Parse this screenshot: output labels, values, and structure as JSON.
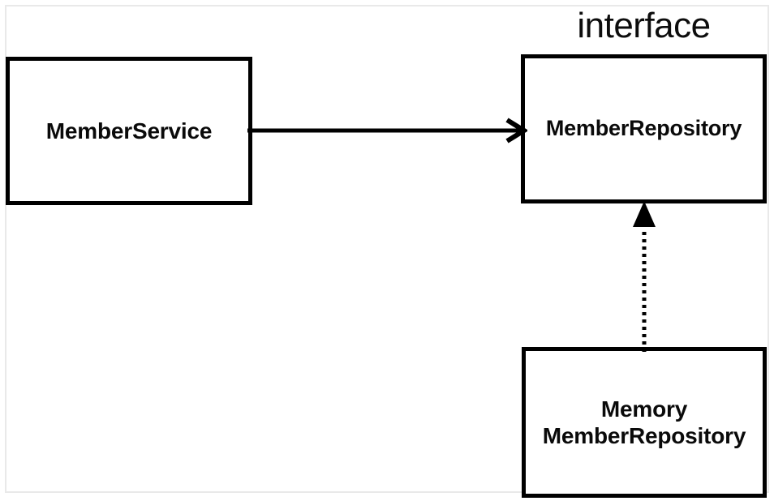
{
  "diagram": {
    "type": "uml-class-diagram",
    "background_color": "#ffffff",
    "stroke_color": "#000000",
    "frame_color": "#e9e9e9",
    "nodes": [
      {
        "id": "member-service",
        "label": "MemberService",
        "stereotype": "",
        "kind": "class"
      },
      {
        "id": "member-repository",
        "label": "MemberRepository",
        "stereotype": "interface",
        "kind": "interface"
      },
      {
        "id": "memory-member-repository",
        "label": "Memory\nMemberRepository",
        "stereotype": "",
        "kind": "class"
      }
    ],
    "edges": [
      {
        "id": "dependency-arrow",
        "from": "member-service",
        "to": "member-repository",
        "line_style": "solid",
        "arrow_head": "open",
        "relationship": "dependency"
      },
      {
        "id": "realization-arrow",
        "from": "memory-member-repository",
        "to": "member-repository",
        "line_style": "dotted",
        "arrow_head": "filled-triangle",
        "relationship": "implements"
      }
    ]
  }
}
